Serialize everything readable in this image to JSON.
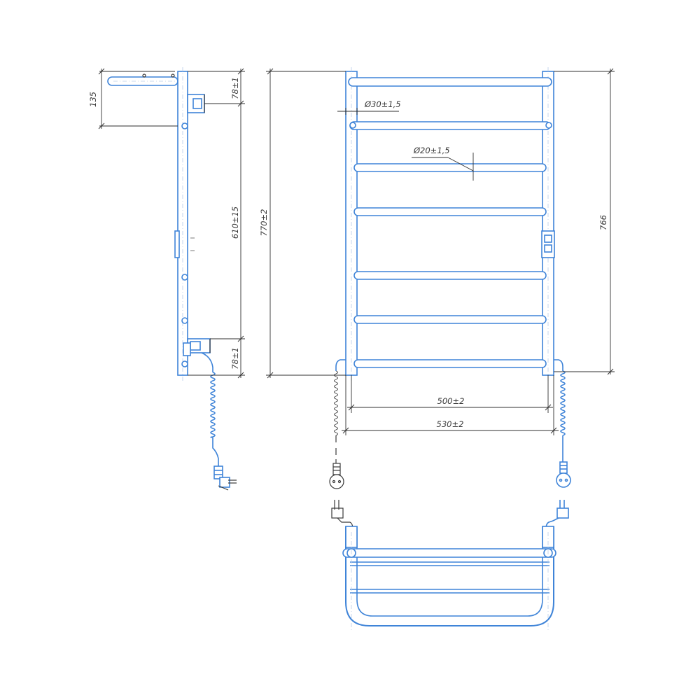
{
  "dimensions": {
    "side_offset": "135",
    "side_top_gap": "78±1",
    "side_bottom_gap": "78±1",
    "side_mount_span": "610±15",
    "front_total_height": "770±2",
    "front_outer_height": "766",
    "top_rung_diameter": "Ø30±1,5",
    "rung_diameter": "Ø20±1,5",
    "inner_width": "500±2",
    "outer_width": "530±2"
  },
  "colors": {
    "pipe": "#3f84d8",
    "dimension": "#2f2f2f",
    "centerline": "#b9cde8",
    "background": "#ffffff"
  }
}
